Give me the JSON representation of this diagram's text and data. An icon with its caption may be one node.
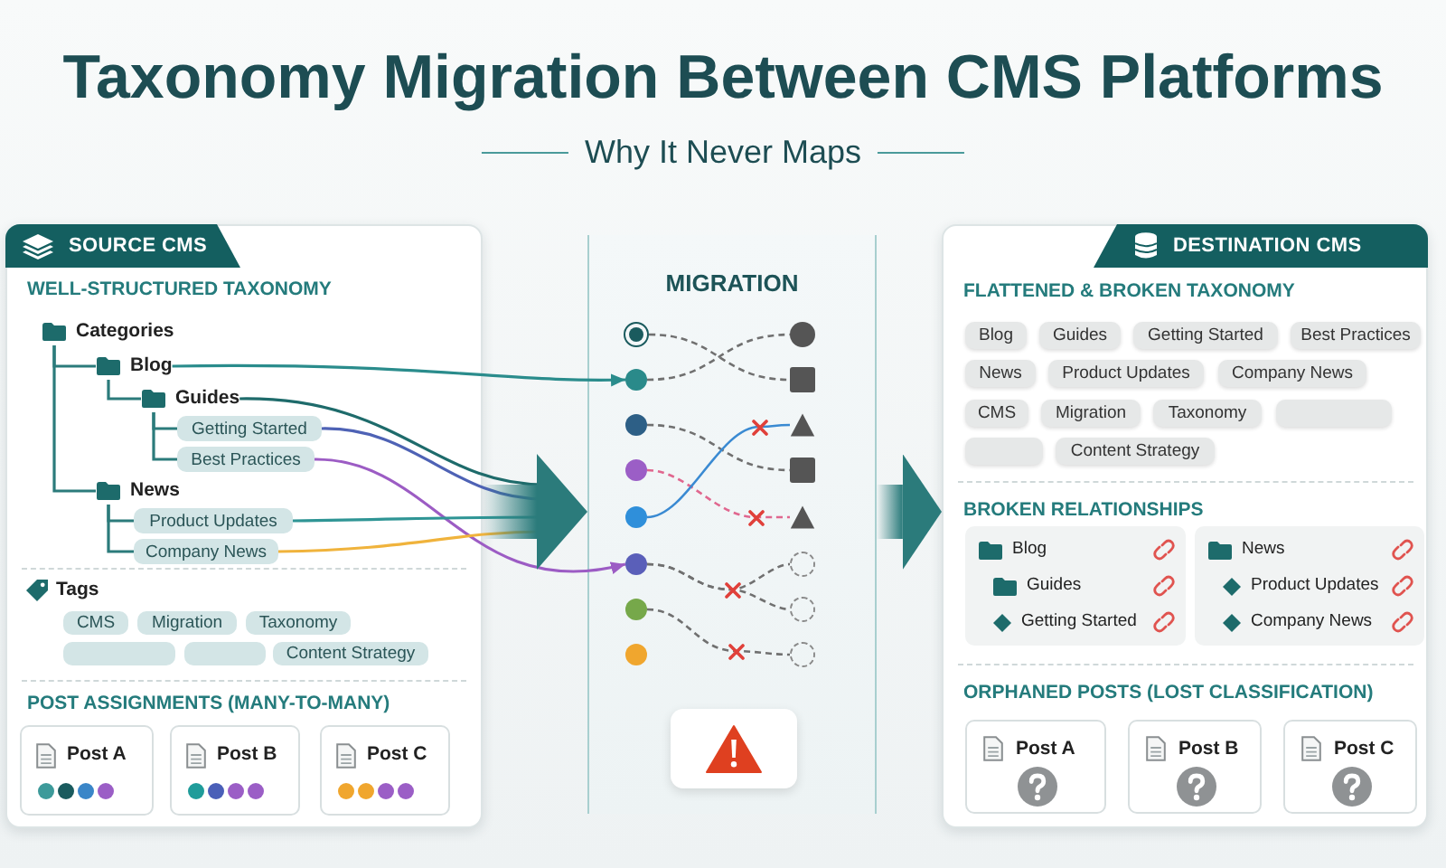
{
  "diagram": {
    "title": "Taxonomy Migration Between CMS Platforms",
    "nodes": [
      {
        "text": [
          "SOURCE CMS",
          "WELL-STRUCTURED TAXONOMY",
          "Tags",
          "POST ASSIGNMENTS (MANY-TO-MANY)"
        ]
      },
      {
        "text": [
          "Categories"
        ],
        "in": 0
      },
      {
        "text": [
          "Blog"
        ],
        "in": 0
      },
      {
        "text": [
          "Guides"
        ],
        "in": 0
      },
      {
        "text": [
          "Getting Started"
        ],
        "in": 0
      },
      {
        "text": [
          "Best Practices"
        ],
        "in": 0
      },
      {
        "text": [
          "News"
        ],
        "in": 0
      },
      {
        "text": [
          "Product Updates"
        ],
        "in": 0
      },
      {
        "text": [
          "Company News"
        ],
        "in": 0
      },
      {
        "text": [
          "CMS"
        ],
        "in": 0
      },
      {
        "text": [
          "Migration"
        ],
        "in": 0
      },
      {
        "text": [
          "Taxonomy"
        ],
        "in": 0
      },
      {
        "text": [],
        "shape": "box",
        "in": 0
      },
      {
        "text": [],
        "shape": "box",
        "in": 0
      },
      {
        "text": [
          "Content Strategy"
        ],
        "in": 0
      },
      {
        "text": [
          "Post A"
        ],
        "in": 0
      },
      {
        "text": [
          "Post B"
        ],
        "in": 0
      },
      {
        "text": [
          "Post C"
        ],
        "in": 0
      },
      {
        "text": [
          "MIGRATION"
        ]
      },
      {
        "text": [],
        "shape": "circle",
        "in": 18
      },
      {
        "text": [],
        "shape": "circle",
        "in": 18
      },
      {
        "text": [],
        "shape": "circle",
        "in": 18
      },
      {
        "text": [],
        "shape": "box",
        "in": 18
      },
      {
        "text": [],
        "shape": "circle",
        "in": 18
      },
      {
        "text": [],
        "shape": "triangle",
        "in": 18
      },
      {
        "text": [],
        "shape": "circle",
        "in": 18
      },
      {
        "text": [],
        "shape": "box",
        "in": 18
      },
      {
        "text": [],
        "shape": "circle",
        "in": 18
      },
      {
        "text": [],
        "shape": "triangle",
        "in": 18
      },
      {
        "text": [],
        "shape": "circle",
        "in": 18
      },
      {
        "text": [],
        "shape": "circle",
        "in": 18
      },
      {
        "text": [],
        "shape": "circle",
        "in": 18
      },
      {
        "text": [],
        "shape": "circle",
        "in": 18
      },
      {
        "text": [],
        "shape": "circle",
        "in": 18
      },
      {
        "text": [],
        "shape": "circle",
        "in": 18
      },
      {
        "text": [
          "DESTINATION CMS",
          "FLATTENED & BROKEN TAXONOMY",
          "BROKEN RELATIONSHIPS",
          "ORPHANED POSTS (LOST CLASSIFICATION)"
        ]
      },
      {
        "text": [
          "Blog"
        ],
        "in": 35
      },
      {
        "text": [
          "Guides"
        ],
        "in": 35
      },
      {
        "text": [
          "Getting Started"
        ],
        "in": 35
      },
      {
        "text": [
          "Best Practices"
        ],
        "in": 35
      },
      {
        "text": [
          "News"
        ],
        "in": 35
      },
      {
        "text": [
          "Product Updates"
        ],
        "in": 35
      },
      {
        "text": [
          "Company News"
        ],
        "in": 35
      },
      {
        "text": [
          "CMS"
        ],
        "in": 35
      },
      {
        "text": [
          "Migration"
        ],
        "in": 35
      },
      {
        "text": [
          "Taxonomy"
        ],
        "in": 35
      },
      {
        "text": [],
        "shape": "box",
        "in": 35
      },
      {
        "text": [],
        "shape": "box",
        "in": 35
      },
      {
        "text": [
          "Content Strategy"
        ],
        "in": 35
      },
      {
        "text": [
          "Blog",
          "Guides",
          "Getting Started"
        ],
        "in": 35
      },
      {
        "text": [
          "News",
          "Product Updates",
          "Company News"
        ],
        "in": 35
      },
      {
        "text": [
          "Post A"
        ],
        "in": 35
      },
      {
        "text": [
          "Post B"
        ],
        "in": 35
      },
      {
        "text": [
          "Post C"
        ],
        "in": 35
      }
    ],
    "edges": [
      {
        "from": 1,
        "to": 2,
        "arrow": "none"
      },
      {
        "from": 2,
        "to": 3,
        "arrow": "none"
      },
      {
        "from": 3,
        "to": 4,
        "arrow": "none"
      },
      {
        "from": 3,
        "to": 5,
        "arrow": "none"
      },
      {
        "from": 1,
        "to": 6,
        "arrow": "none"
      },
      {
        "from": 6,
        "to": 7,
        "arrow": "none"
      },
      {
        "from": 6,
        "to": 8,
        "arrow": "none"
      },
      {
        "from": 2,
        "to": 21,
        "arrow": "to",
        "color": "#2a8c8c"
      },
      {
        "from": 3,
        "to": null,
        "arrow": "none",
        "color": "#1e6b6b"
      },
      {
        "from": 4,
        "to": null,
        "arrow": "none",
        "color": "#4e62b5"
      },
      {
        "from": 5,
        "to": 29,
        "arrow": "to",
        "color": "#9c5cc4"
      },
      {
        "from": 7,
        "to": null,
        "arrow": "none",
        "color": "#2f9595"
      },
      {
        "from": 8,
        "to": null,
        "arrow": "none",
        "color": "#f0b33c"
      },
      {
        "from": 0,
        "to": 18,
        "arrow": "to",
        "style": "thick"
      },
      {
        "from": 19,
        "to": 22,
        "arrow": "none",
        "style": "dashed",
        "color": "#707070"
      },
      {
        "from": 21,
        "to": 20,
        "arrow": "none",
        "style": "dashed",
        "color": "#707070"
      },
      {
        "from": 23,
        "to": 26,
        "arrow": "none",
        "style": "dashed",
        "color": "#707070"
      },
      {
        "from": 25,
        "to": 28,
        "arrow": "none",
        "style": "dashed",
        "color": "#e0678f"
      },
      {
        "from": 27,
        "to": 24,
        "arrow": "none",
        "color": "#3a8ad2"
      },
      {
        "from": 29,
        "to": 30,
        "arrow": "none",
        "style": "dashed",
        "color": "#707070"
      },
      {
        "from": 29,
        "to": 32,
        "arrow": "none",
        "style": "dashed",
        "color": "#707070"
      },
      {
        "from": 31,
        "to": 34,
        "arrow": "none",
        "style": "dashed",
        "color": "#707070"
      },
      {
        "from": 18,
        "to": 35,
        "arrow": "to",
        "style": "thick"
      }
    ],
    "labels": [
      "Why It Never Maps"
    ]
  }
}
